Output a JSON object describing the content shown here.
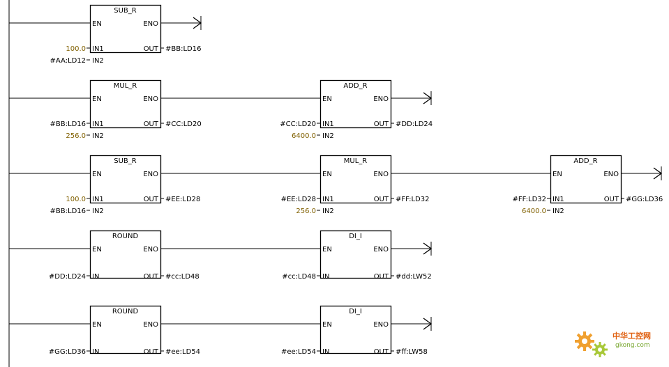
{
  "colors": {
    "line": "#000000",
    "operand": "#000000",
    "constant": "#806000"
  },
  "rungs": [
    {
      "blocks": [
        {
          "title": "SUB_R",
          "pins": [
            "EN",
            "ENO",
            "IN1",
            "IN2",
            "OUT"
          ],
          "inputs": [
            {
              "value": "100.0",
              "const": true
            },
            {
              "value": "#AA:LD12",
              "const": false
            }
          ],
          "output": "#BB:LD16"
        }
      ]
    },
    {
      "blocks": [
        {
          "title": "MUL_R",
          "pins": [
            "EN",
            "ENO",
            "IN1",
            "IN2",
            "OUT"
          ],
          "inputs": [
            {
              "value": "#BB:LD16",
              "const": false
            },
            {
              "value": "256.0",
              "const": true
            }
          ],
          "output": "#CC:LD20"
        },
        {
          "title": "ADD_R",
          "pins": [
            "EN",
            "ENO",
            "IN1",
            "IN2",
            "OUT"
          ],
          "inputs": [
            {
              "value": "#CC:LD20",
              "const": false
            },
            {
              "value": "6400.0",
              "const": true
            }
          ],
          "output": "#DD:LD24"
        }
      ]
    },
    {
      "blocks": [
        {
          "title": "SUB_R",
          "pins": [
            "EN",
            "ENO",
            "IN1",
            "IN2",
            "OUT"
          ],
          "inputs": [
            {
              "value": "100.0",
              "const": true
            },
            {
              "value": "#BB:LD16",
              "const": false
            }
          ],
          "output": "#EE:LD28"
        },
        {
          "title": "MUL_R",
          "pins": [
            "EN",
            "ENO",
            "IN1",
            "IN2",
            "OUT"
          ],
          "inputs": [
            {
              "value": "#EE:LD28",
              "const": false
            },
            {
              "value": "256.0",
              "const": true
            }
          ],
          "output": "#FF:LD32"
        },
        {
          "title": "ADD_R",
          "pins": [
            "EN",
            "ENO",
            "IN1",
            "IN2",
            "OUT"
          ],
          "inputs": [
            {
              "value": "#FF:LD32",
              "const": false
            },
            {
              "value": "6400.0",
              "const": true
            }
          ],
          "output": "#GG:LD36"
        }
      ]
    },
    {
      "blocks": [
        {
          "title": "ROUND",
          "pins": [
            "EN",
            "ENO",
            "IN",
            "OUT"
          ],
          "inputs": [
            {
              "value": "#DD:LD24",
              "const": false
            }
          ],
          "output": "#cc:LD48"
        },
        {
          "title": "DI_I",
          "pins": [
            "EN",
            "ENO",
            "IN",
            "OUT"
          ],
          "inputs": [
            {
              "value": "#cc:LD48",
              "const": false
            }
          ],
          "output": "#dd:LW52"
        }
      ]
    },
    {
      "blocks": [
        {
          "title": "ROUND",
          "pins": [
            "EN",
            "ENO",
            "IN",
            "OUT"
          ],
          "inputs": [
            {
              "value": "#GG:LD36",
              "const": false
            }
          ],
          "output": "#ee:LD54"
        },
        {
          "title": "DI_I",
          "pins": [
            "EN",
            "ENO",
            "IN",
            "OUT"
          ],
          "inputs": [
            {
              "value": "#ee:LD54",
              "const": false
            }
          ],
          "output": "#ff:LW58"
        }
      ]
    }
  ],
  "watermark": {
    "text": "中华工控网",
    "url": "gkong.com"
  }
}
